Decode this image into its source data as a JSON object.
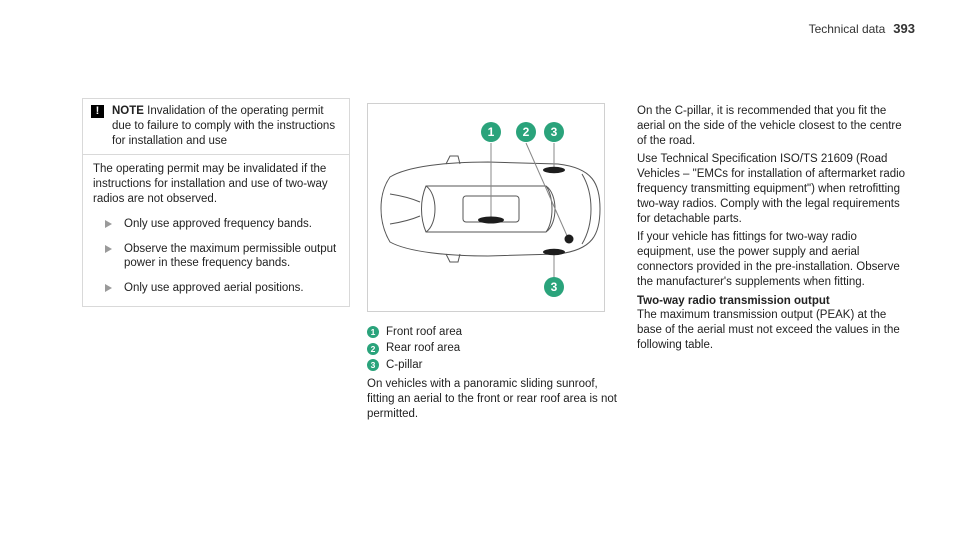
{
  "header": {
    "section": "Technical data",
    "page_number": "393"
  },
  "note": {
    "icon_char": "!",
    "title": "NOTE",
    "title_text": " Invalidation of the operating permit due to failure to comply with the instructions for installation and use",
    "body": "The operating permit may be invalidated if the instructions for installation and use of two-way radios are not observed.",
    "bullets": [
      "Only use approved frequency bands.",
      "Observe the maximum permissible output power in these frequency bands.",
      "Only use approved aerial positions."
    ]
  },
  "figure": {
    "icon": "car-top-view-illustration",
    "callouts": [
      "1",
      "2",
      "3",
      "3"
    ]
  },
  "legend": {
    "items": [
      {
        "num": "1",
        "label": "Front roof area"
      },
      {
        "num": "2",
        "label": "Rear roof area"
      },
      {
        "num": "3",
        "label": "C-pillar"
      }
    ],
    "paragraph": "On vehicles with a panoramic sliding sunroof, fitting an aerial to the front or rear roof area is not permitted."
  },
  "right_column": {
    "p1": "On the C-pillar, it is recommended that you fit the aerial on the side of the vehicle closest to the centre of the road.",
    "p2": "Use Technical Specification ISO/TS 21609 (Road Vehicles – \"EMCs for installation of aftermarket radio frequency transmitting equipment\") when retrofitting two-way radios. Comply with the legal requirements for detachable parts.",
    "p3": "If your vehicle has fittings for two-way radio equipment, use the power supply and aerial connectors provided in the pre-installation. Observe the manufacturer's supplements when fitting.",
    "heading": "Two-way radio transmission output",
    "p4": "The maximum transmission output (PEAK) at the base of the aerial must not exceed the values in the following table."
  },
  "colors": {
    "callout": "#2aa37b",
    "marker": "#1d1d1d",
    "line": "#888888"
  }
}
